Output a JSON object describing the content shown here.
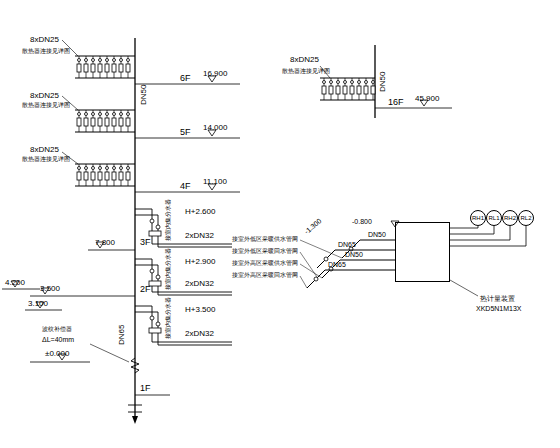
{
  "diagram": {
    "nodes": [
      {
        "text": [
          "热计量装置",
          "XKD5N1M13X"
        ]
      },
      {
        "text": [
          "RH1"
        ]
      },
      {
        "text": [
          "RL1"
        ]
      },
      {
        "text": [
          "RH2"
        ]
      },
      {
        "text": [
          "RL2"
        ]
      }
    ],
    "edges": [
      {
        "from": 0,
        "to": 1,
        "arrow": "none"
      },
      {
        "from": 0,
        "to": 2,
        "arrow": "none"
      },
      {
        "from": 0,
        "to": 3,
        "arrow": "none"
      },
      {
        "from": 0,
        "to": 4,
        "arrow": "none"
      }
    ],
    "labels": [
      "8xDN25",
      "散热器连接见详图",
      "6F",
      "16.900",
      "DN50",
      "8xDN25",
      "散热器连接见详图",
      "5F",
      "14.000",
      "8xDN25",
      "散热器连接见详图",
      "4F",
      "11.100",
      "H+2.600",
      "2xDN32",
      "接室内集分水器",
      "7.800",
      "3F",
      "H+2.900",
      "2xDN32",
      "接室内集分水器",
      "3.500",
      "2F",
      "4.200",
      "3.100",
      "H+3.500",
      "2xDN32",
      "接室内集分水器",
      "波纹补偿器",
      "ΔL=40mm",
      "±0.000",
      "DN65",
      "1F",
      "8xDN25",
      "散热器连接见详图",
      "DN50",
      "16F",
      "45.900",
      "-0.800",
      "DN50",
      "DN65",
      "DN50",
      "DN65",
      "-1.300",
      "接室外低区采暖供水管网",
      "接室外低区采暖回水管网",
      "接室外高区采暖供水管网",
      "接室外高区采暖回水管网"
    ]
  }
}
